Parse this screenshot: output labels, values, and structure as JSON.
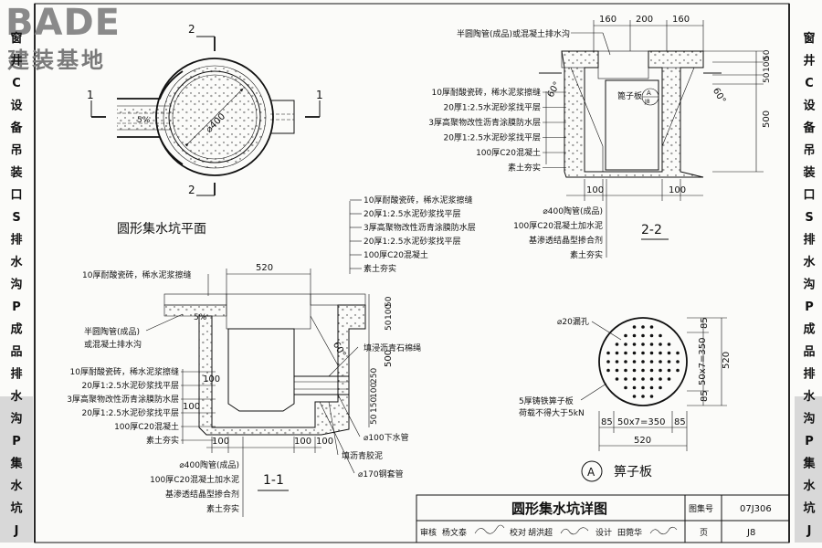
{
  "logo": {
    "brand": "BADE",
    "sub": "建装基地"
  },
  "sidebar": {
    "left": [
      "窗",
      "井",
      "C",
      "设",
      "备",
      "吊",
      "装",
      "口",
      "S",
      "排",
      "水",
      "沟",
      "P",
      "成",
      "品",
      "排",
      "水",
      "沟",
      "P",
      "集",
      "水",
      "坑",
      "J"
    ],
    "right": [
      "窗",
      "井",
      "C",
      "设",
      "备",
      "吊",
      "装",
      "口",
      "S",
      "排",
      "水",
      "沟",
      "P",
      "成",
      "品",
      "排",
      "水",
      "沟",
      "P",
      "集",
      "水",
      "坑",
      "J"
    ]
  },
  "plan": {
    "title": "圆形集水坑平面",
    "diameter": "⌀400",
    "slope": "5%",
    "section2": "2",
    "section1": "1"
  },
  "sec22": {
    "title": "2-2",
    "top_note": "半圆陶管(成品)或混凝土排水沟",
    "dims_top": [
      "160",
      "200",
      "160"
    ],
    "dims_right": [
      "50",
      "100",
      "50",
      "500"
    ],
    "angle": "60°",
    "grate_tag": "篦子板",
    "grate_circle": "A",
    "grate_num": "J8",
    "layers": [
      "10厚耐酸瓷砖，稀水泥浆擦缝",
      "20厚1:2.5水泥砂浆找平层",
      "3厚高聚物改性沥青涂膜防水层",
      "20厚1:2.5水泥砂浆找平层",
      "100厚C20混凝土",
      "素土夯实"
    ],
    "dims_bottom": [
      "100",
      "100"
    ],
    "bottom_notes": [
      "⌀400陶管(成品)",
      "100厚C20混凝土加水泥",
      "基渗透结晶型掺合剂",
      "素土夯实"
    ]
  },
  "sec11": {
    "title": "1-1",
    "top_layers": [
      "10厚耐酸瓷砖，稀水泥浆擦缝",
      "20厚1:2.5水泥砂浆找平层",
      "3厚高聚物改性沥青涂膜防水层",
      "20厚1:2.5水泥砂浆找平层",
      "100厚C20混凝土",
      "素土夯实"
    ],
    "left_top": "10厚耐酸瓷砖，稀水泥浆擦缝",
    "dim_top": "520",
    "slope": "5%",
    "pipe_note": [
      "半圆陶管(成品)",
      "或混凝土排水沟"
    ],
    "left_layers": [
      "10厚耐酸瓷砖，稀水泥浆擦缝",
      "20厚1:2.5水泥砂浆找平层",
      "3厚高聚物改性沥青涂膜防水层",
      "20厚1:2.5水泥砂浆找平层",
      "100厚C20混凝土",
      "素土夯实"
    ],
    "dims_right": [
      "50",
      "100",
      "50",
      "500",
      "250",
      "100",
      "150",
      "50"
    ],
    "dims_left": [
      "100",
      "100"
    ],
    "angle": "60°",
    "fill_note": "填浸沥青石棉绳",
    "pipe_down": "⌀100下水管",
    "asphalt": "填沥青胶泥",
    "steel": "⌀170钢套管",
    "dims_bottom": [
      "100",
      "100",
      "100"
    ],
    "bottom_notes": [
      "⌀400陶管(成品)",
      "100厚C20混凝土加水泥",
      "基渗透结晶型掺合剂",
      "素土夯实"
    ]
  },
  "grate": {
    "hole": "⌀20漏孔",
    "material": [
      "5厚铸铁箅子板",
      "荷载不得大于5kN"
    ],
    "dims_h": [
      "85",
      "50x7=350",
      "85"
    ],
    "total_h": "520",
    "dims_v": [
      "85",
      "50x7=350",
      "85"
    ],
    "total_v": "520",
    "title_circle": "A",
    "title": "箅子板"
  },
  "titleblock": {
    "title": "圆形集水坑详图",
    "atlas_label": "图集号",
    "atlas_no": "07J306",
    "page_label": "页",
    "page_no": "J8",
    "review_label": "审核",
    "reviewer": "杨文泰",
    "check_label": "校对",
    "checker": "胡洪超",
    "design_label": "设计",
    "designer": "田菀华"
  }
}
